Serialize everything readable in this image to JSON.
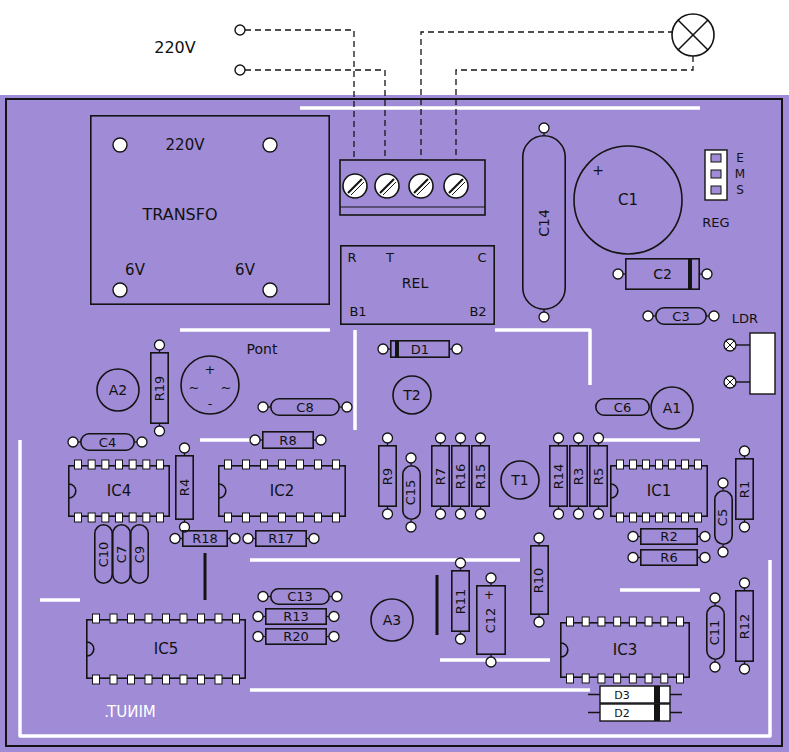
{
  "diagram": {
    "nodes": [
      {
        "text": [
          "220V",
          "TRANSFO",
          "6V",
          "6V"
        ]
      },
      {
        "text": [
          "R",
          "T",
          "C",
          "REL",
          "B1",
          "B2"
        ]
      },
      {
        "text": [
          "C14"
        ]
      },
      {
        "text": [
          "C1"
        ]
      },
      {
        "text": [
          "C2"
        ]
      },
      {
        "text": [
          "C3"
        ]
      },
      {
        "text": [
          "D1"
        ]
      },
      {
        "text": [
          "A2"
        ]
      },
      {
        "text": [
          "R19"
        ]
      },
      {
        "text": [
          "Pont"
        ]
      },
      {
        "text": [
          "T2"
        ]
      },
      {
        "text": [
          "C8"
        ]
      },
      {
        "text": [
          "C6"
        ]
      },
      {
        "text": [
          "A1"
        ]
      },
      {
        "text": [
          "C4"
        ]
      },
      {
        "text": [
          "R8"
        ]
      },
      {
        "text": [
          "R4"
        ]
      },
      {
        "text": [
          "IC4"
        ]
      },
      {
        "text": [
          "IC2"
        ]
      },
      {
        "text": [
          "R9"
        ]
      },
      {
        "text": [
          "C15"
        ]
      },
      {
        "text": [
          "R7"
        ]
      },
      {
        "text": [
          "R16"
        ]
      },
      {
        "text": [
          "R15"
        ]
      },
      {
        "text": [
          "T1"
        ]
      },
      {
        "text": [
          "R14"
        ]
      },
      {
        "text": [
          "R3"
        ]
      },
      {
        "text": [
          "R5"
        ]
      },
      {
        "text": [
          "IC1"
        ]
      },
      {
        "text": [
          "R1"
        ]
      },
      {
        "text": [
          "C5"
        ]
      },
      {
        "text": [
          "R2"
        ]
      },
      {
        "text": [
          "R6"
        ]
      },
      {
        "text": [
          "C10"
        ]
      },
      {
        "text": [
          "C7"
        ]
      },
      {
        "text": [
          "C9"
        ]
      },
      {
        "text": [
          "R18"
        ]
      },
      {
        "text": [
          "R17"
        ]
      },
      {
        "text": [
          "R11"
        ]
      },
      {
        "text": [
          "R10"
        ]
      },
      {
        "text": [
          "C13"
        ]
      },
      {
        "text": [
          "R13"
        ]
      },
      {
        "text": [
          "R20"
        ]
      },
      {
        "text": [
          "A3"
        ]
      },
      {
        "text": [
          "C12"
        ]
      },
      {
        "text": [
          "IC5"
        ]
      },
      {
        "text": [
          "IC3"
        ]
      },
      {
        "text": [
          "C11"
        ]
      },
      {
        "text": [
          "R12"
        ]
      }
    ],
    "labels": [
      "220V",
      "+",
      "~",
      "~",
      "-",
      "+",
      "E",
      "M",
      "S",
      "REG",
      "LDR",
      "+",
      "D3",
      "D2",
      "MINUT."
    ]
  }
}
